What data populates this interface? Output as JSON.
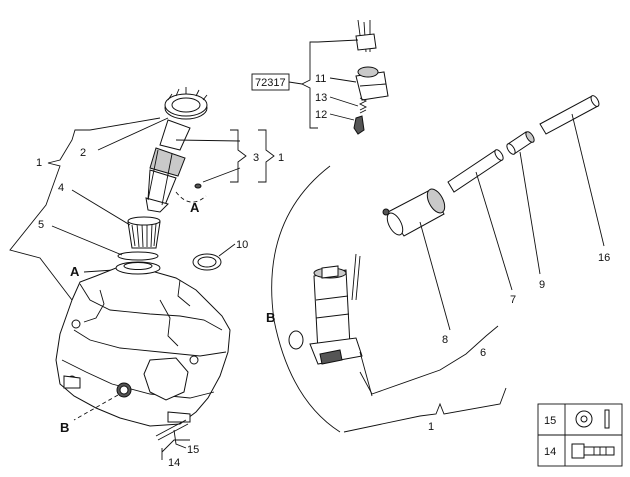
{
  "callouts": {
    "n1_left": "1",
    "n2": "2",
    "n3": "3",
    "n1_right3": "1",
    "n4": "4",
    "n5": "5",
    "n10": "10",
    "n11": "11",
    "n13": "13",
    "n12": "12",
    "n8": "8",
    "n7": "7",
    "n9": "9",
    "n16": "16",
    "n6": "6",
    "n1_bottom": "1",
    "n14": "14",
    "n15": "15"
  },
  "view_markers": {
    "a_upper": "A",
    "a_lower": "A",
    "b_left": "B",
    "b_right": "B"
  },
  "kit_code": "72317",
  "legend": [
    {
      "number": "15",
      "icon": "washer-icon"
    },
    {
      "number": "14",
      "icon": "bolt-icon"
    }
  ]
}
